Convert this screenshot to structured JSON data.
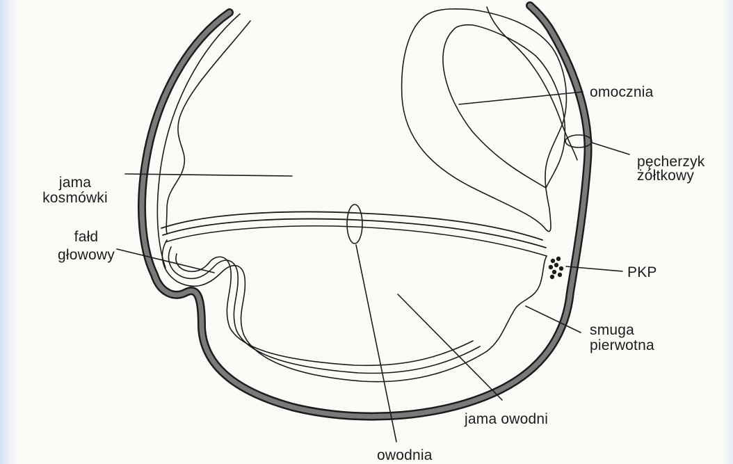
{
  "labels": {
    "omocznia": "omocznia",
    "pecherzyk_line1": "pęcherzyk",
    "pecherzyk_line2": "żółtkowy",
    "jama_kosmowki_line1": "jama",
    "jama_kosmowki_line2": "kosmówki",
    "fald_line1": "fałd",
    "fald_line2": "głowowy",
    "pkp": "PKP",
    "smuga_line1": "smuga",
    "smuga_line2": "pierwotna",
    "jama_owodni": "jama owodni",
    "owodnia": "owodnia"
  },
  "colors": {
    "ink": "#1c1c1c",
    "wall_fill": "#6b6b6b",
    "paper": "#fbfbf8"
  }
}
